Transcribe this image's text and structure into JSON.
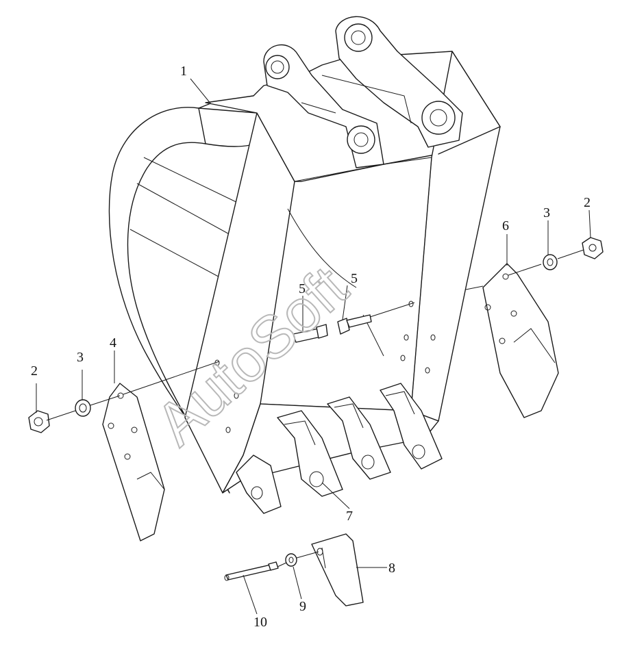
{
  "diagram": {
    "part_labels": [
      "1",
      "2",
      "3",
      "4",
      "5",
      "6",
      "7",
      "8",
      "9",
      "10"
    ],
    "watermark": "AutoSoft",
    "colors": {
      "line": "#1a1a1a",
      "background": "#ffffff",
      "watermark": "#b8b8b8"
    }
  }
}
